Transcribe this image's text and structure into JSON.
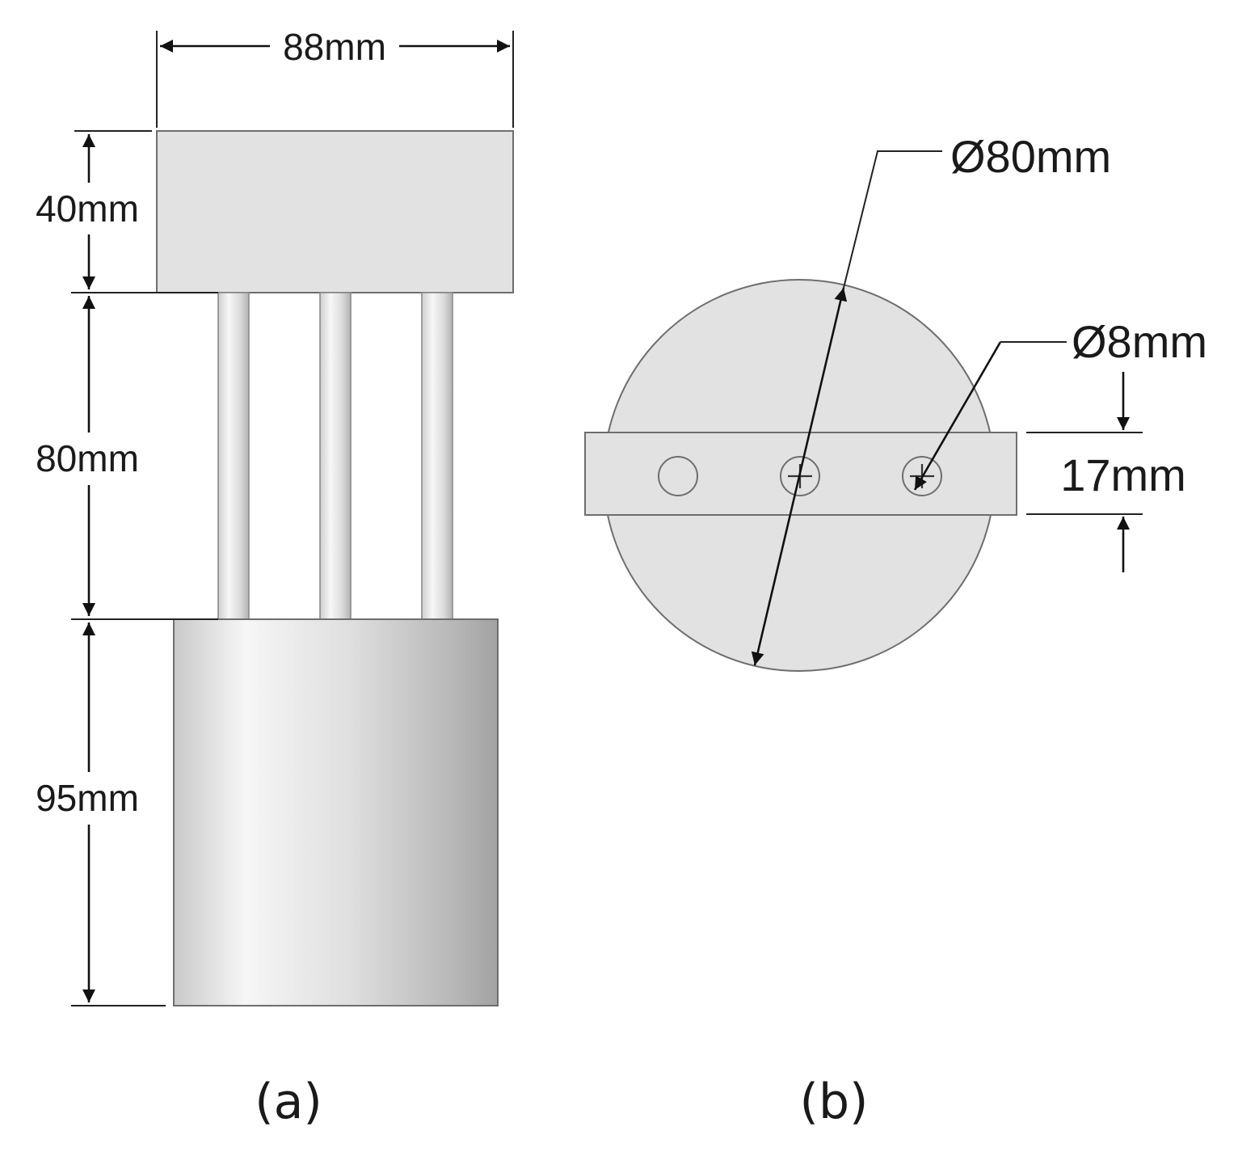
{
  "view_a": {
    "width_label": "88mm",
    "top_height_label": "40mm",
    "rod_height_label": "80mm",
    "bottom_height_label": "95mm",
    "caption": "(a)"
  },
  "view_b": {
    "outer_diameter_label": "Ø80mm",
    "hole_diameter_label": "Ø8mm",
    "bar_height_label": "17mm",
    "caption": "(b)"
  },
  "colors": {
    "part_fill": "#e2e2e2",
    "outline": "#6e6e6e",
    "line": "#111111"
  }
}
